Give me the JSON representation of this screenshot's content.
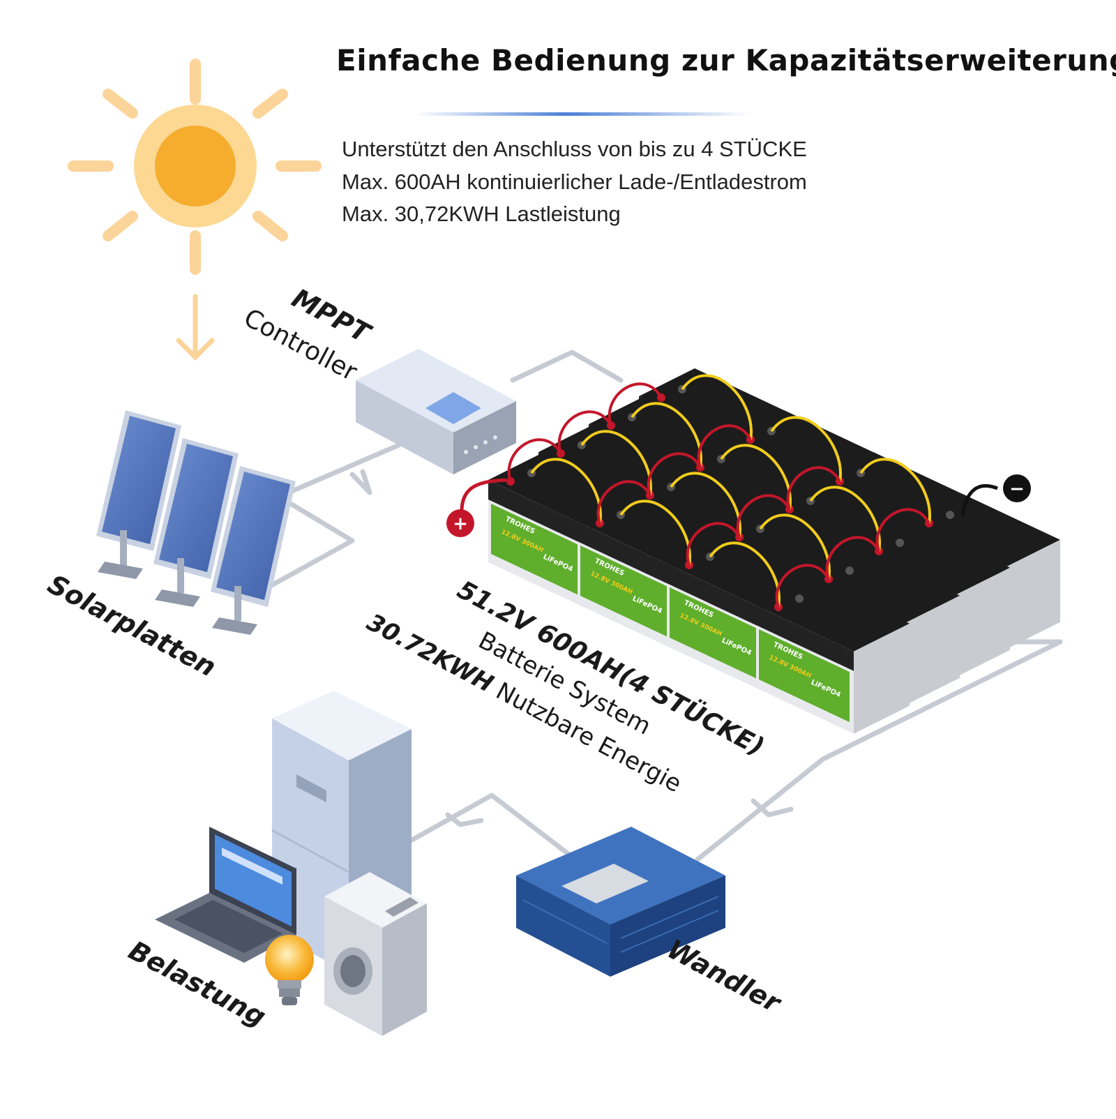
{
  "title": "Einfache Bedienung zur Kapazitätserweiterung",
  "features": [
    "Unterstützt den Anschluss von bis zu 4 STÜCKE",
    "Max. 600AH kontinuierlicher Lade-/Entladestrom",
    "Max. 30,72KWH Lastleistung"
  ],
  "labels": {
    "mppt_line1": "MPPT",
    "mppt_line2": "Controller",
    "solar": "Solarplatten",
    "battery_line1": "51.2V 600AH(4 STÜCKE)",
    "battery_line2": "Batterie System",
    "battery_line3_bold": "30.72KWH",
    "battery_line3_rest": "Nutzbare Energie",
    "load": "Belastung",
    "inverter": "Wandler"
  },
  "battery_label": {
    "brand": "TROHES",
    "chemistry": "LiFePO4",
    "spec": "12.8V 300AH"
  },
  "terminals": {
    "positive": "+",
    "negative": "−"
  },
  "colors": {
    "sun": "#f6ad2e",
    "sun_rays": "#fbd49a",
    "wire": "#c6cbd3",
    "battery_top": "#1c1c1c",
    "battery_label_green": "#5fae2c",
    "positive_cable": "#c4162a",
    "bridge_cable": "#f2cc1c",
    "inverter": "#2f62ad"
  },
  "icons": [
    "sun-icon",
    "down-arrow-icon",
    "solar-panel-icon",
    "mppt-controller-icon",
    "battery-icon",
    "fridge-icon",
    "laptop-icon",
    "washing-machine-icon",
    "light-bulb-icon",
    "inverter-icon"
  ]
}
